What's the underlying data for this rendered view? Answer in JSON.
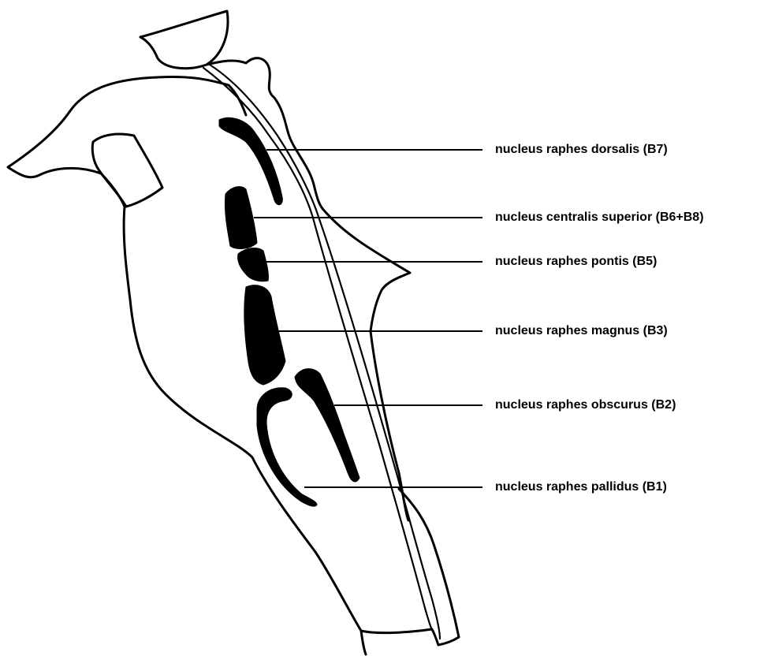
{
  "labels": {
    "b7": "nucleus raphes dorsalis (B7)",
    "b6b8": "nucleus centralis superior (B6+B8)",
    "b5": "nucleus raphes pontis (B5)",
    "b3": "nucleus raphes magnus (B3)",
    "b2": "nucleus raphes obscurus (B2)",
    "b1": "nucleus raphes pallidus (B1)"
  }
}
